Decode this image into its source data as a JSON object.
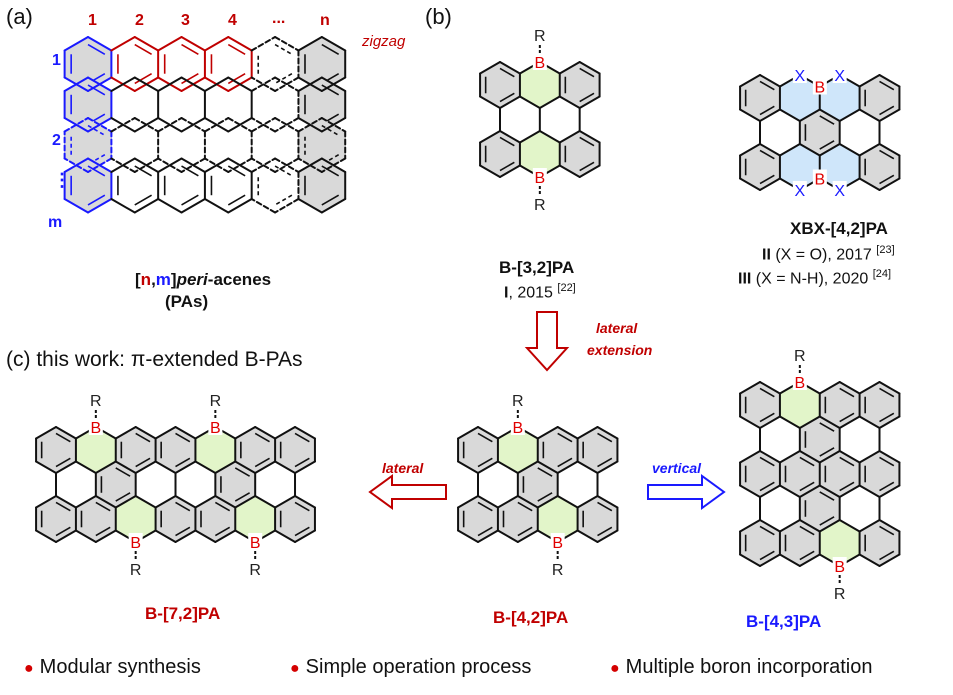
{
  "panels": {
    "a": "(a)",
    "b": "(b)"
  },
  "panel_a": {
    "col_numbers": [
      "1",
      "2",
      "3",
      "4",
      "...",
      "n"
    ],
    "row_numbers": [
      "1",
      "2",
      "⋮",
      "m"
    ],
    "zigzag": "zigzag",
    "name_bracket_open": "[",
    "name_n": "n",
    "name_comma": ",",
    "name_m": "m",
    "name_bracket_close": "]",
    "name_peri": "peri",
    "name_acenes": "-acenes",
    "name_sub": "(PAs)"
  },
  "panel_b": {
    "compound1": {
      "name": "B-[3,2]PA",
      "ref_prefix": "I",
      "ref_year": ", 2015",
      "ref_cite": "[22]"
    },
    "compound2": {
      "name": "XBX-[4,2]PA",
      "line1_prefix": "II",
      "line1_text": " (X = O), 2017",
      "line1_cite": "[23]",
      "line2_prefix": "III",
      "line2_text": " (X = N-H), 2020",
      "line2_cite": "[24]"
    },
    "arrow_label_line1": "lateral",
    "arrow_label_line2": "extension"
  },
  "panel_c": {
    "title": "(c) this work: π-extended B-PAs",
    "left_name": "B-[7,2]PA",
    "center_name": "B-[4,2]PA",
    "right_name": "B-[4,3]PA",
    "lateral_label": "lateral",
    "vertical_label": "vertical"
  },
  "atoms": {
    "boron": "B",
    "substituent": "R",
    "hetero": "X"
  },
  "features": [
    "Modular synthesis",
    "Simple operation process",
    "Multiple boron incorporation"
  ],
  "colors": {
    "accent_red": "#c00000",
    "accent_blue": "#1a1aff",
    "ring_gray": "#d9d9d9",
    "boron_ring_green": "#e2f5c9",
    "hetero_ring_blue": "#cfe6fa",
    "bond": "#111111"
  }
}
